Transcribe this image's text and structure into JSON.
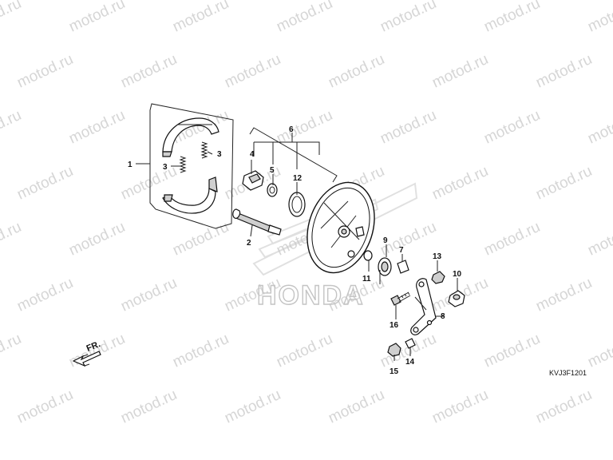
{
  "watermark": {
    "text": "motod.ru",
    "color": "#d6d6d6"
  },
  "background_brand": {
    "text": "HONDA"
  },
  "direction_label": "FR.",
  "figure_code": "KVJ3F1201",
  "callouts": [
    {
      "label": "1"
    },
    {
      "label": "2"
    },
    {
      "label": "3"
    },
    {
      "label": "3"
    },
    {
      "label": "4"
    },
    {
      "label": "5"
    },
    {
      "label": "6"
    },
    {
      "label": "7"
    },
    {
      "label": "8"
    },
    {
      "label": "9"
    },
    {
      "label": "10"
    },
    {
      "label": "11"
    },
    {
      "label": "12"
    },
    {
      "label": "13"
    },
    {
      "label": "14"
    },
    {
      "label": "15"
    },
    {
      "label": "16"
    }
  ],
  "parts": [
    {
      "icon": "brake-shoe-icon"
    },
    {
      "icon": "spring-icon"
    },
    {
      "icon": "brake-cam-icon"
    },
    {
      "icon": "wear-indicator-icon"
    },
    {
      "icon": "felt-seal-icon"
    },
    {
      "icon": "dust-seal-icon"
    },
    {
      "icon": "brake-panel-icon"
    },
    {
      "icon": "brake-arm-icon"
    },
    {
      "icon": "bolt-icon"
    },
    {
      "icon": "nut-icon"
    }
  ]
}
